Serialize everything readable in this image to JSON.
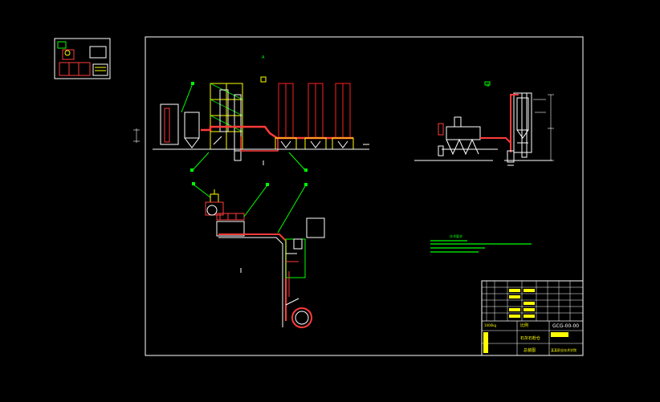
{
  "title_block": {
    "drawing_no": "GCG-00-00",
    "title_line1": "石灰石粉仓",
    "title_line2": "总装图",
    "scale_label": "比例",
    "company": "某某职业技术学院",
    "weight_label": "1000kg"
  },
  "labels": {
    "notes_heading": "技术要求"
  },
  "colors": {
    "background": "#000000",
    "frame": "#ffffff",
    "structure": "#ffffff",
    "pipe": "#ff3b3b",
    "steel": "#ffff00",
    "annotation": "#00ff00",
    "silo": "#ff2020"
  },
  "icons": {
    "thumbnail": "sheet-preview-icon"
  }
}
